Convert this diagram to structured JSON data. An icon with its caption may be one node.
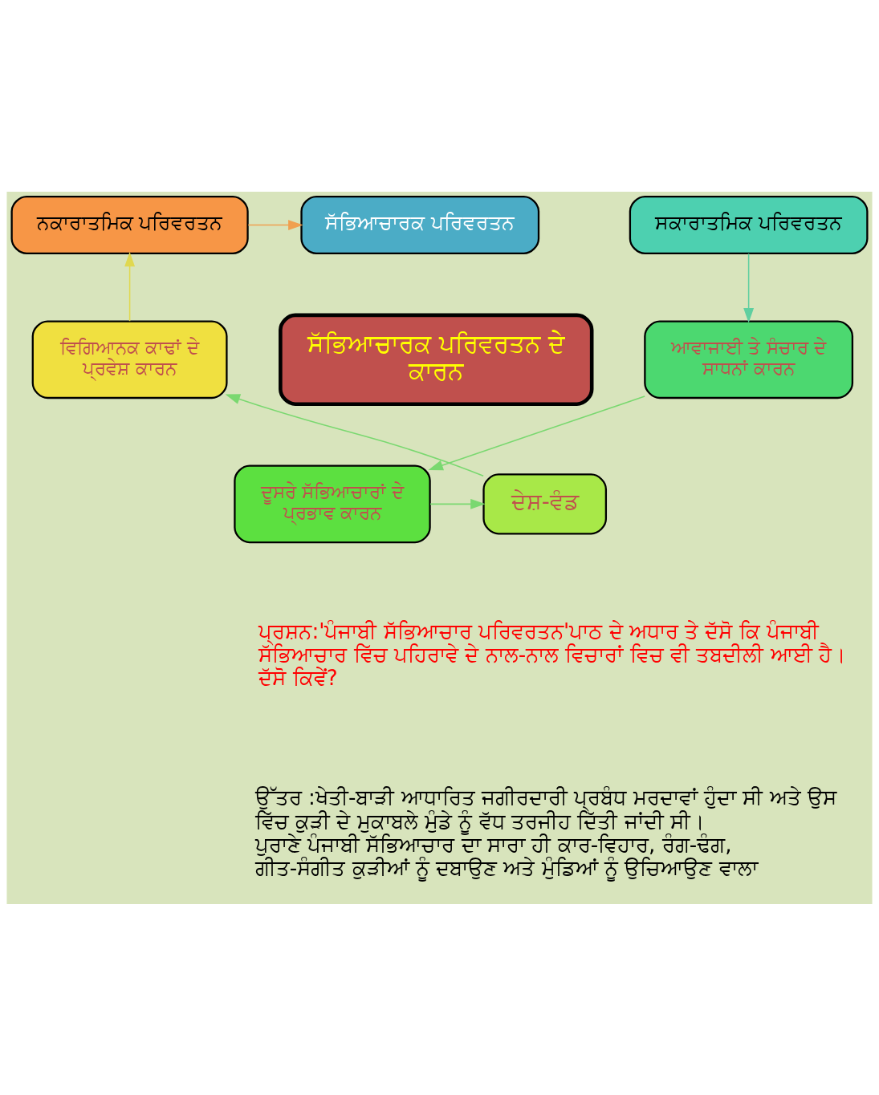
{
  "diagram": {
    "nodes": [
      {
        "text": [
          "ਸੱਭਿਆਚਾਰਕ ਪਰਿਵਰਤਨ"
        ]
      },
      {
        "text": [
          "ਨਕਾਰਾਤਮਿਕ ਪਰਿਵਰਤਨ"
        ]
      },
      {
        "text": [
          "ਸਕਾਰਾਤਮਿਕ ਪਰਿਵਰਤਨ"
        ]
      },
      {
        "text": [
          "ਵਿਗਿਆਨਕ ਕਾਢਾਂ ਦੇ ਪ੍ਰਵੇਸ਼ ਕਾਰਨ"
        ]
      },
      {
        "text": [
          "ਸੱਭਿਆਚਾਰਕ ਪਰਿਵਰਤਨ ਦੇ ਕਾਰਨ"
        ]
      },
      {
        "text": [
          "ਆਵਾਜਾਈ ਤੇ ਸੰਚਾਰ ਦੇ ਸਾਧਨਾਂ ਕਾਰਨ"
        ]
      },
      {
        "text": [
          "ਦੇਸ਼-ਵੰਡ"
        ]
      },
      {
        "text": [
          "ਦੂਸਰੇ ਸੱਭਿਆਚਾਰਾਂ ਦੇ ਪ੍ਰਭਾਵ ਕਾਰਨ"
        ]
      }
    ],
    "edges": [
      {
        "from": 2,
        "to": 5,
        "arrow": "to",
        "color": "#5fcfa0"
      },
      {
        "from": 5,
        "to": 7,
        "arrow": "to"
      },
      {
        "from": 7,
        "to": 6,
        "arrow": "to"
      },
      {
        "from": 6,
        "to": 3,
        "arrow": "to"
      },
      {
        "from": 3,
        "to": 1,
        "arrow": "to",
        "color": "#e0d850"
      },
      {
        "from": 1,
        "to": 0,
        "arrow": "to",
        "color": "#f0a050"
      }
    ],
    "labels": [
      "ਪ੍ਰਸ਼ਨ:'ਪੰਜਾਬੀ ਸੱਭਿਆਚਾਰ ਪਰਿਵਰਤਨ'ਪਾਠ ਦੇ ਅਧਾਰ ਤੇ ਦੱਸੋ ਕਿ ਪੰਜਾਬੀ ਸੱਭਿਆਚਾਰ ਵਿੱਚ ਪਹਿਰਾਵੇ ਦੇ ਨਾਲ-ਨਾਲ ਵਿਚਾਰਾਂ ਵਿਚ ਵੀ ਤਬਦੀਲੀ ਆਈ ਹੈ। ਦੱਸੋ ਕਿਵੇਂ?",
      "ਉੱਤਰ :ਖੇਤੀ-ਬਾੜੀ ਆਧਾਰਿਤ ਜਗੀਰਦਾਰੀ ਪ੍ਰਬੰਧ ਮਰਦਾਵਾਂ ਹੁੰਦਾ ਸੀ ਅਤੇ ਉਸ ਵਿੱਚ ਕੁੜੀ ਦੇ ਮੁਕਾਬਲੇ ਮੁੰਡੇ ਨੂੰ ਵੱਧ ਤਰਜੀਹ ਦਿੱਤੀ ਜਾਂਦੀ ਸੀ। ਪੁਰਾਣੇ ਪੰਜਾਬੀ ਸੱਭਿਆਚਾਰ ਦਾ ਸਾਰਾ ਹੀ ਕਾਰ-ਵਿਹਾਰ, ਰੰਗ-ਢੰਗ, ਗੀਤ-ਸੰਗੀਤ ਕੁੜੀਆਂ ਨੂੰ ਦਬਾਉਣ ਅਤੇ ਮੁੰਡਿਆਂ ਨੂੰ ਉਚਿਆਉਣ ਵਾਲਾ"
    ]
  }
}
